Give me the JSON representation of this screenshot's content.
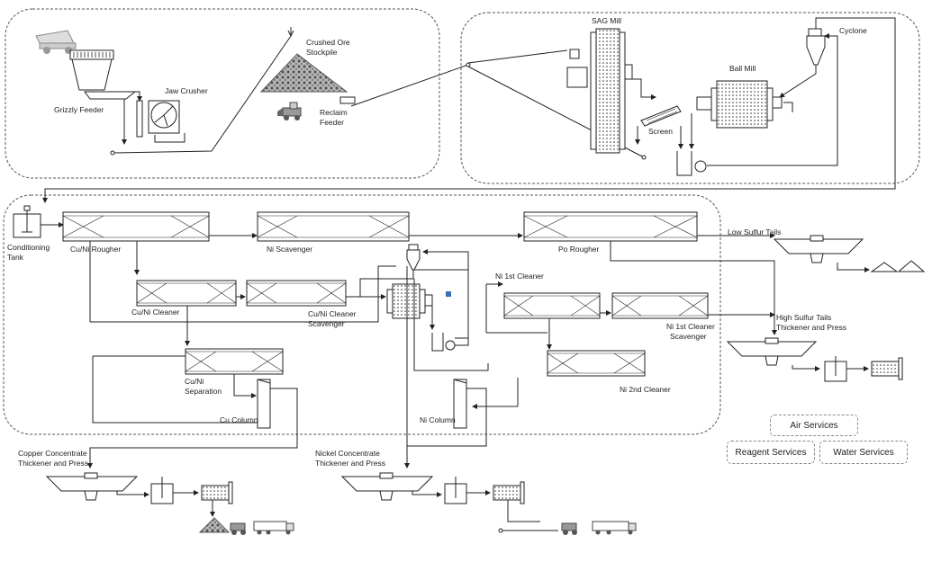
{
  "labels": {
    "jaw_crusher": "Jaw Crusher",
    "grizzly_feeder": "Grizzly Feeder",
    "crushed_ore_stockpile_1": "Crushed Ore",
    "crushed_ore_stockpile_2": "Stockpile",
    "reclaim_feeder_1": "Reclaim",
    "reclaim_feeder_2": "Feeder",
    "sag_mill": "SAG Mill",
    "cyclone": "Cyclone",
    "ball_mill": "Ball Mill",
    "screen": "Screen",
    "conditioning_tank_1": "Conditioning",
    "conditioning_tank_2": "Tank",
    "cu_ni_rougher": "Cu/Ni Rougher",
    "ni_scavenger": "Ni Scavenger",
    "po_rougher": "Po Rougher",
    "low_sulfur_tails": "Low Sulfur Tails",
    "cu_ni_cleaner": "Cu/Ni Cleaner",
    "cu_ni_cleaner_scavenger_1": "Cu/Ni Cleaner",
    "cu_ni_cleaner_scavenger_2": "Scavenger",
    "ni_1st_cleaner": "Ni 1st Cleaner",
    "ni_1st_cleaner_scavenger_1": "Ni 1st Cleaner",
    "ni_1st_cleaner_scavenger_2": "Scavenger",
    "high_sulfur_tails_1": "High Sulfur Tails",
    "high_sulfur_tails_2": "Thickener and Press",
    "cu_ni_separation_1": "Cu/Ni",
    "cu_ni_separation_2": "Separation",
    "ni_2nd_cleaner": "Ni 2nd Cleaner",
    "cu_column": "Cu Column",
    "ni_column": "Ni Column",
    "copper_concentrate_1": "Copper Concentrate",
    "copper_concentrate_2": "Thickener and Press",
    "nickel_concentrate_1": "Nickel Concentrate",
    "nickel_concentrate_2": "Thickener and Press"
  },
  "services": {
    "air": "Air Services",
    "reagent": "Reagent Services",
    "water": "Water Services"
  },
  "colors": {
    "line": "#222222",
    "equipment_fill": "#f2f2f2",
    "accent_blue": "#3a6fb5"
  }
}
